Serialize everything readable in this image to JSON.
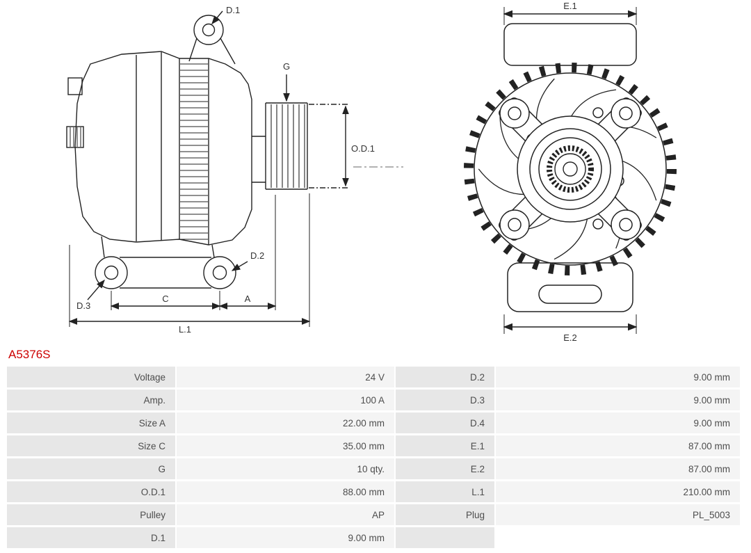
{
  "part_number": "A5376S",
  "colors": {
    "part_number": "#cc0000",
    "table_label_bg": "#e7e7e7",
    "table_value_bg": "#f4f4f4",
    "line": "#222222"
  },
  "diagram": {
    "side_view": {
      "labels": {
        "d1": "D.1",
        "g": "G",
        "od1": "O.D.1",
        "d2": "D.2",
        "d3": "D.3",
        "c": "C",
        "a": "A",
        "l1": "L.1"
      }
    },
    "front_view": {
      "labels": {
        "e1": "E.1",
        "e2": "E.2"
      }
    }
  },
  "spec_table": {
    "rows": [
      {
        "label_left": "Voltage",
        "value_left": "24 V",
        "label_right": "D.2",
        "value_right": "9.00 mm"
      },
      {
        "label_left": "Amp.",
        "value_left": "100 A",
        "label_right": "D.3",
        "value_right": "9.00 mm"
      },
      {
        "label_left": "Size A",
        "value_left": "22.00 mm",
        "label_right": "D.4",
        "value_right": "9.00 mm"
      },
      {
        "label_left": "Size C",
        "value_left": "35.00 mm",
        "label_right": "E.1",
        "value_right": "87.00 mm"
      },
      {
        "label_left": "G",
        "value_left": "10 qty.",
        "label_right": "E.2",
        "value_right": "87.00 mm"
      },
      {
        "label_left": "O.D.1",
        "value_left": "88.00 mm",
        "label_right": "L.1",
        "value_right": "210.00 mm"
      },
      {
        "label_left": "Pulley",
        "value_left": "AP",
        "label_right": "Plug",
        "value_right": "PL_5003"
      },
      {
        "label_left": "D.1",
        "value_left": "9.00 mm",
        "label_right": "",
        "value_right": ""
      }
    ]
  }
}
